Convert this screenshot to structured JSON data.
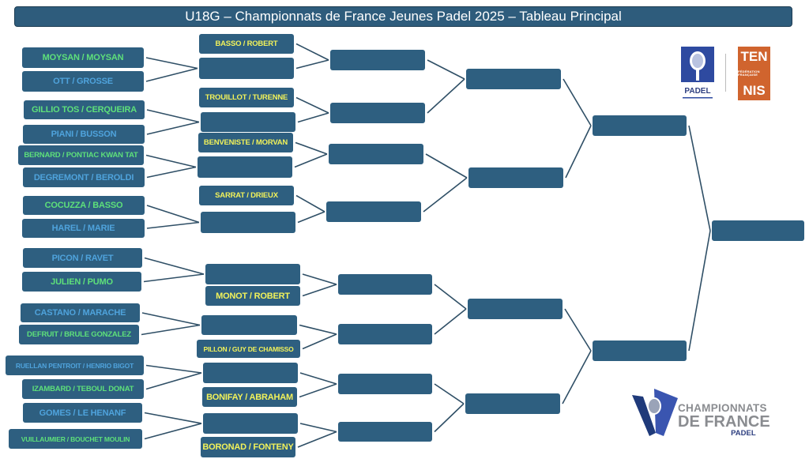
{
  "title": "U18G – Championnats de France Jeunes Padel 2025 – Tableau Principal",
  "colors": {
    "box": "#2e5f80",
    "green": "#5ee07a",
    "blue": "#4fa3dc",
    "yellow": "#f2f25a",
    "line": "#2f4f66"
  },
  "round1": [
    {
      "name": "MOYSAN / MOYSAN",
      "color": "green"
    },
    {
      "name": "OTT / GROSSE",
      "color": "blue"
    },
    {
      "name": "GILLIO TOS / CERQUEIRA",
      "color": "green"
    },
    {
      "name": "PIANI / BUSSON",
      "color": "blue"
    },
    {
      "name": "BERNARD / PONTIAC KWAN TAT",
      "color": "green"
    },
    {
      "name": "DEGREMONT / BEROLDI",
      "color": "blue"
    },
    {
      "name": "COCUZZA / BASSO",
      "color": "green"
    },
    {
      "name": "HAREL / MARIE",
      "color": "blue"
    },
    {
      "name": "PICON / RAVET",
      "color": "blue"
    },
    {
      "name": "JULIEN / PUMO",
      "color": "green"
    },
    {
      "name": "CASTANO / MARACHE",
      "color": "blue"
    },
    {
      "name": "DEFRUIT / BRULE GONZALEZ",
      "color": "green"
    },
    {
      "name": "RUELLAN PENTROIT / HENRIO BIGOT",
      "color": "blue"
    },
    {
      "name": "IZAMBARD / TEBOUL DONAT",
      "color": "green"
    },
    {
      "name": "GOMES / LE HENANF",
      "color": "blue"
    },
    {
      "name": "VUILLAUMIER / BOUCHET MOULIN",
      "color": "green"
    }
  ],
  "round2_seeds": [
    {
      "name": "BASSO / ROBERT",
      "color": "yellow"
    },
    {
      "name": "TROUILLOT / TURENNE",
      "color": "yellow"
    },
    {
      "name": "BENVENISTE / MORVAN",
      "color": "yellow"
    },
    {
      "name": "SARRAT / DRIEUX",
      "color": "yellow"
    },
    {
      "name": "MONOT / ROBERT",
      "color": "yellow"
    },
    {
      "name": "PILLON / GUY DE CHAMISSO",
      "color": "yellow"
    },
    {
      "name": "BONIFAY / ABRAHAM",
      "color": "yellow"
    },
    {
      "name": "BORONAD / FONTENY",
      "color": "yellow"
    }
  ],
  "logos": {
    "padel": "PADEL",
    "tennis_top": "TEN",
    "tennis_bottom": "NIS",
    "tennis_small": "FÉDÉRATION FRANÇAISE",
    "cdf_line1": "CHAMPIONNATS",
    "cdf_line2": "DE FRANCE",
    "cdf_line3": "PADEL"
  }
}
